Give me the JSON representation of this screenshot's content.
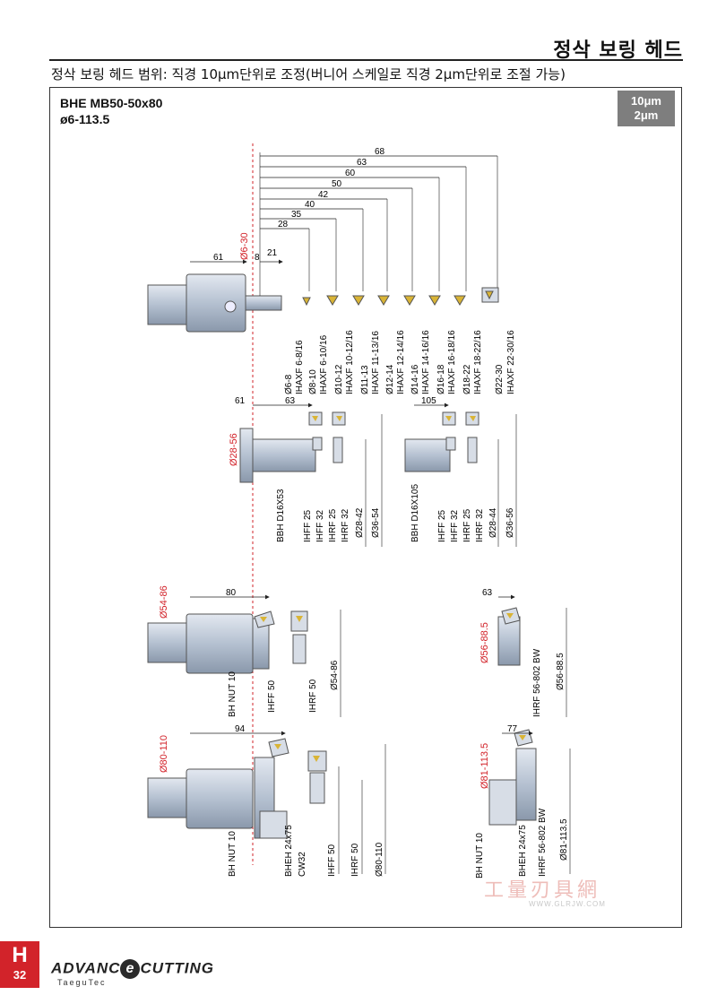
{
  "header": {
    "title": "정삭 보링 헤드",
    "subtitle": "정삭 보링 헤드 범위: 직경 10μm단위로 조정(버니어 스케일로 직경 2μm단위로 조절 가능)"
  },
  "product": {
    "model": "BHE MB50-50x80",
    "range": "ø6-113.5"
  },
  "badge": {
    "line1": "10μm",
    "line2": "2μm"
  },
  "diagram1": {
    "range_label": "Ø6-30",
    "dims": {
      "body": "61",
      "gap": "8",
      "nose": "21"
    },
    "reach_dims": [
      "28",
      "35",
      "40",
      "42",
      "50",
      "60",
      "63",
      "68"
    ],
    "inserts": [
      {
        "dia": "Ø6-8",
        "code": "IHAXF 6-8/16"
      },
      {
        "dia": "Ø8-10",
        "code": "IHAXF 6-10/16"
      },
      {
        "dia": "Ø10-12",
        "code": "IHAXF 10-12/16"
      },
      {
        "dia": "Ø11-13",
        "code": "IHAXF 11-13/16"
      },
      {
        "dia": "Ø12-14",
        "code": "IHAXF 12-14/16"
      },
      {
        "dia": "Ø14-16",
        "code": "IHAXF 14-16/16"
      },
      {
        "dia": "Ø16-18",
        "code": "IHAXF 16-18/16"
      },
      {
        "dia": "Ø18-22",
        "code": "IHAXF 18-22/16"
      },
      {
        "dia": "Ø22-30",
        "code": "IHAXF 22-30/16"
      }
    ]
  },
  "diagram2": {
    "range_label": "Ø28-56",
    "dims": {
      "a": "61",
      "b": "63",
      "c": "105"
    },
    "left_labels": [
      "BBH D16X53",
      "IHFF 25",
      "IHFF 32",
      "IHRF 25",
      "IHRF 32",
      "Ø28-42",
      "Ø36-54"
    ],
    "right_labels": [
      "BBH D16X105",
      "IHFF 25",
      "IHFF 32",
      "IHRF 25",
      "IHRF 32",
      "Ø28-44",
      "Ø36-56"
    ]
  },
  "diagram3": {
    "range_label": "Ø54-86",
    "dims": {
      "a": "80"
    },
    "labels": [
      "BH NUT 10",
      "IHFF 50",
      "IHRF 50",
      "Ø54-86"
    ]
  },
  "diagram4": {
    "range_label": "Ø56-88.5",
    "dims": {
      "a": "63"
    },
    "labels": [
      "IHRF 56-802 BW",
      "Ø56-88.5"
    ]
  },
  "diagram5": {
    "range_label": "Ø80-110",
    "dims": {
      "a": "94"
    },
    "labels": [
      "BH NUT 10",
      "BHEH 24x75",
      "CW32",
      "IHFF 50",
      "IHRF 50",
      "Ø80-110"
    ]
  },
  "diagram6": {
    "range_label": "Ø81-113.5",
    "dims": {
      "a": "77"
    },
    "labels": [
      "BH NUT 10",
      "BHEH 24x75",
      "IHRF 56-802 BW",
      "Ø81-113.5"
    ]
  },
  "footer": {
    "section_letter": "H",
    "page_number": "32",
    "brand_pre": "ADVANC",
    "brand_e": "e",
    "brand_post": "CUTTING",
    "brand_sub": "TaeguTec"
  },
  "watermark": {
    "text": "工量刃具網",
    "url": "WWW.GLRJW.COM"
  },
  "colors": {
    "red_accent": "#d2232a",
    "tool_body": "#bcc6d4",
    "insert_gold": "#d9b436"
  }
}
